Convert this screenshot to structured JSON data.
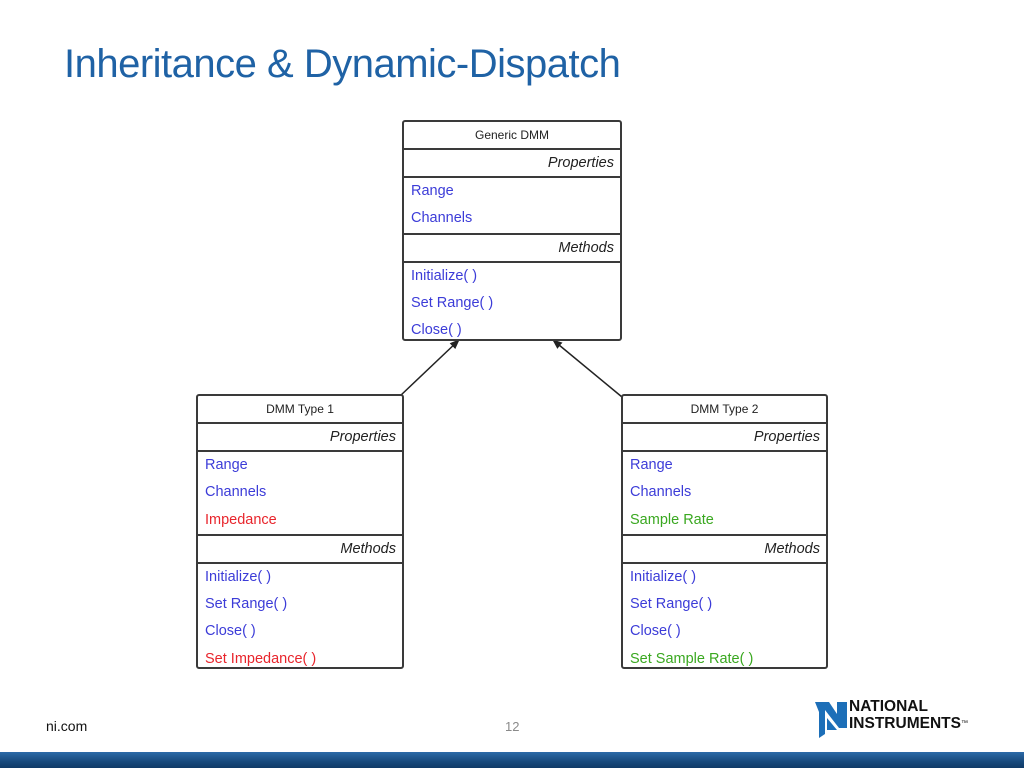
{
  "slide": {
    "title": "Inheritance & Dynamic-Dispatch",
    "footer_left": "ni.com",
    "page_number": "12",
    "logo": {
      "line1": "NATIONAL",
      "line2": "INSTRUMENTS",
      "trademark": "™",
      "icon": "eagle-logo-icon"
    }
  },
  "colors": {
    "title": "#1f62a5",
    "inherited_member": "#3c3cd8",
    "type1_member": "#e8252c",
    "type2_member": "#3aa820",
    "bottom_bar": "#17497c"
  },
  "diagram": {
    "generic": {
      "name": "Generic DMM",
      "properties_label": "Properties",
      "properties": [
        "Range",
        "Channels"
      ],
      "methods_label": "Methods",
      "methods": [
        "Initialize( )",
        "Set Range( )",
        "Close( )"
      ]
    },
    "type1": {
      "name": "DMM Type 1",
      "properties_label": "Properties",
      "properties": [
        "Range",
        "Channels"
      ],
      "extra_property": "Impedance",
      "methods_label": "Methods",
      "methods": [
        "Initialize( )",
        "Set Range( )",
        "Close( )"
      ],
      "extra_method": "Set Impedance( )"
    },
    "type2": {
      "name": "DMM Type 2",
      "properties_label": "Properties",
      "properties": [
        "Range",
        "Channels"
      ],
      "extra_property": "Sample Rate",
      "methods_label": "Methods",
      "methods": [
        "Initialize( )",
        "Set Range( )",
        "Close( )"
      ],
      "extra_method": "Set Sample Rate( )"
    },
    "edges": [
      {
        "from": "type1",
        "to": "generic",
        "kind": "inheritance"
      },
      {
        "from": "type2",
        "to": "generic",
        "kind": "inheritance"
      }
    ]
  }
}
